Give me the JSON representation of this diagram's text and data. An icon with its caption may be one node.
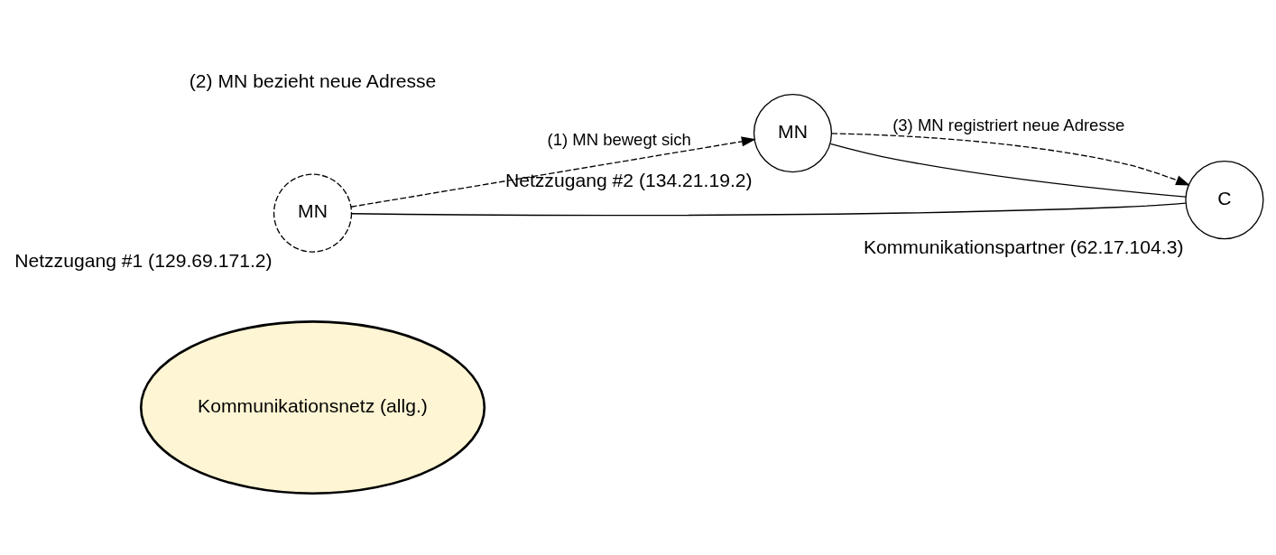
{
  "diagram": {
    "nodes": [
      {
        "text": [
          "Kommunikationsnetz (allg.)"
        ]
      },
      {
        "text": [
          "MN"
        ],
        "beside": [
          "Netzzugang #1 (129.69.171.2)"
        ]
      },
      {
        "text": [
          "C"
        ],
        "beside": [
          "Kommunikationspartner (62.17.104.3)"
        ]
      },
      {
        "text": [
          "MN"
        ],
        "beside": [
          "Netzzugang #2 (134.21.19.2)"
        ]
      }
    ],
    "edges": [
      {
        "from": 1,
        "to": 3,
        "arrow": "to",
        "style": "dashed",
        "label": "(1) MN bewegt sich"
      },
      {
        "from": 2,
        "to": 1,
        "arrow": "none"
      },
      {
        "from": 2,
        "to": 3,
        "arrow": "none"
      },
      {
        "from": 3,
        "to": 2,
        "arrow": "to",
        "style": "dashed",
        "label": "(3) MN registriert neue Adresse"
      }
    ],
    "labels": [
      "(2) MN bezieht neue Adresse"
    ]
  }
}
